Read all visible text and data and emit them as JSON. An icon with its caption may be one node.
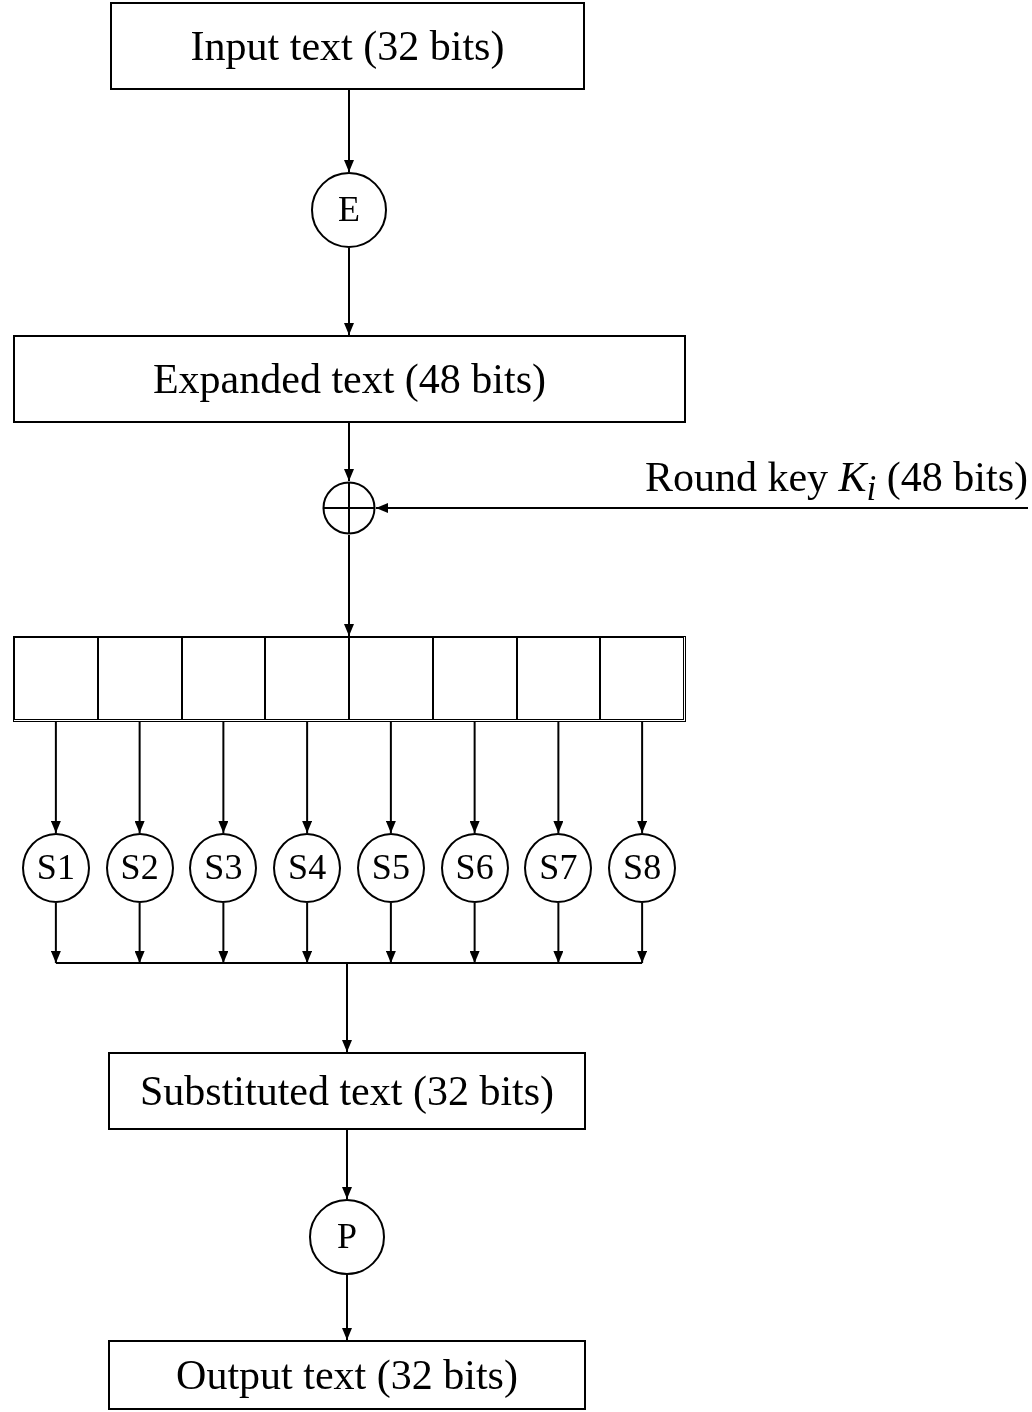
{
  "diagram": {
    "nodes": [
      {
        "text": [
          "Input text (32 bits)"
        ]
      },
      {
        "text": [
          "E"
        ]
      },
      {
        "text": [
          "Expanded text (48 bits)"
        ]
      },
      {
        "text": [],
        "shape": "circle"
      },
      {
        "text": [
          "Round key *K*$_{i}$ (48 bits)"
        ]
      },
      {
        "text": [],
        "shape": "bar"
      },
      {
        "text": [],
        "shape": "box",
        "in": 5
      },
      {
        "text": [],
        "shape": "box",
        "in": 5
      },
      {
        "text": [],
        "shape": "box",
        "in": 5
      },
      {
        "text": [],
        "shape": "box",
        "in": 5
      },
      {
        "text": [],
        "shape": "box",
        "in": 5
      },
      {
        "text": [],
        "shape": "box",
        "in": 5
      },
      {
        "text": [],
        "shape": "box",
        "in": 5
      },
      {
        "text": [],
        "shape": "box",
        "in": 5
      },
      {
        "text": [
          "S1"
        ]
      },
      {
        "text": [
          "S2"
        ]
      },
      {
        "text": [
          "S3"
        ]
      },
      {
        "text": [
          "S4"
        ]
      },
      {
        "text": [
          "S5"
        ]
      },
      {
        "text": [
          "S6"
        ]
      },
      {
        "text": [
          "S7"
        ]
      },
      {
        "text": [
          "S8"
        ]
      },
      {
        "text": [
          "Substituted text (32 bits)"
        ]
      },
      {
        "text": [
          "P"
        ]
      },
      {
        "text": [
          "Output text (32 bits)"
        ]
      }
    ],
    "edges": [
      {
        "from": 0,
        "to": 1,
        "arrow": "to"
      },
      {
        "from": 1,
        "to": 2,
        "arrow": "to"
      },
      {
        "from": 2,
        "to": 3,
        "arrow": "to"
      },
      {
        "from": 4,
        "to": 3,
        "arrow": "to"
      },
      {
        "from": 3,
        "to": 5,
        "arrow": "to"
      },
      {
        "from": 6,
        "to": 14,
        "arrow": "to"
      },
      {
        "from": 7,
        "to": 15,
        "arrow": "to"
      },
      {
        "from": 8,
        "to": 16,
        "arrow": "to"
      },
      {
        "from": 9,
        "to": 17,
        "arrow": "to"
      },
      {
        "from": 10,
        "to": 18,
        "arrow": "to"
      },
      {
        "from": 11,
        "to": 19,
        "arrow": "to"
      },
      {
        "from": 12,
        "to": 20,
        "arrow": "to"
      },
      {
        "from": 13,
        "to": 21,
        "arrow": "to"
      },
      {
        "from": 14,
        "to": 22,
        "arrow": "to"
      },
      {
        "from": 15,
        "to": 22,
        "arrow": "to"
      },
      {
        "from": 16,
        "to": 22,
        "arrow": "to"
      },
      {
        "from": 17,
        "to": 22,
        "arrow": "to"
      },
      {
        "from": 18,
        "to": 22,
        "arrow": "to"
      },
      {
        "from": 19,
        "to": 22,
        "arrow": "to"
      },
      {
        "from": 20,
        "to": 22,
        "arrow": "to"
      },
      {
        "from": 21,
        "to": 22,
        "arrow": "to"
      },
      {
        "from": 22,
        "to": 23,
        "arrow": "to"
      },
      {
        "from": 23,
        "to": 24,
        "arrow": "to"
      }
    ]
  }
}
